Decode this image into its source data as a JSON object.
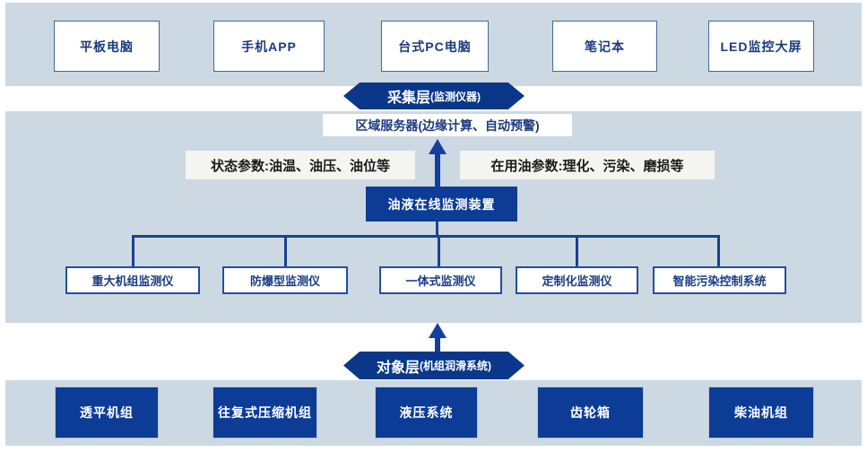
{
  "top_band": {
    "devices": [
      "平板电脑",
      "手机APP",
      "台式PC电脑",
      "笔记本",
      "LED监控大屏"
    ]
  },
  "collection_layer": {
    "title": "采集层",
    "subtitle": "(监测仪器)"
  },
  "server_box": {
    "label": "区域服务器(边缘计算、自动预警)"
  },
  "param_labels": {
    "left": "状态参数:油温、油压、油位等",
    "right": "在用油参数:理化、污染、磨损等"
  },
  "device_box": {
    "label": "油液在线监测装置"
  },
  "monitors": [
    "重大机组监测仪",
    "防爆型监测仪",
    "一体式监测仪",
    "定制化监测仪",
    "智能污染控制系统"
  ],
  "object_layer": {
    "title": "对象层 ",
    "subtitle": "(机组润滑系统)"
  },
  "bottom_band": {
    "systems": [
      "透平机组",
      "往复式压缩机组",
      "液压系统",
      "齿轮箱",
      "柴油机组"
    ]
  },
  "colors": {
    "band_background": "#ccd9e2",
    "dark_blue": "#0c3c96",
    "banner_blue": "#0a3789",
    "connector_blue": "#1c418f",
    "navy_text": "#1b3a7e",
    "label_background": "#f4f4f1"
  }
}
